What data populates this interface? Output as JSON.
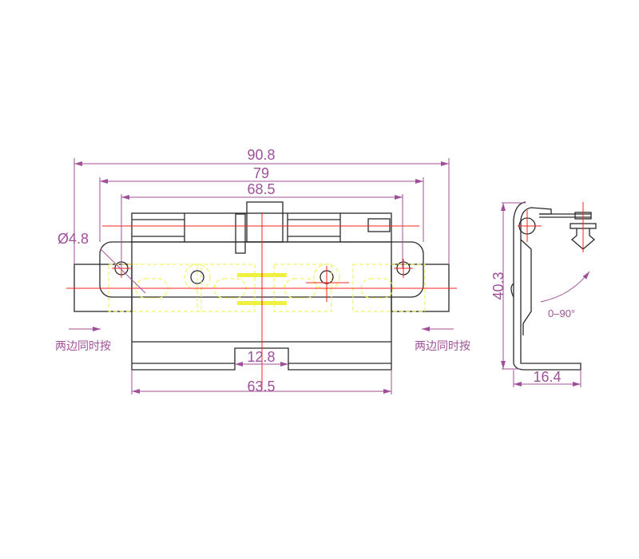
{
  "drawing": {
    "dimensions": {
      "overall_width": "90.8",
      "plate_width": "79",
      "hole_spacing": "68.5",
      "hole_diameter": "Ø4.8",
      "body_width": "63.5",
      "notch_width": "12.8",
      "side_height": "40.3",
      "side_depth": "16.4"
    },
    "notes": {
      "press_left": "两边同时按",
      "press_right": "两边同时按",
      "rotation_range": "0–90°"
    },
    "colors": {
      "outline": "#2a2a2a",
      "dimension": "#a0509a",
      "centerline": "#ff2020",
      "hidden": "#f0f040"
    }
  }
}
